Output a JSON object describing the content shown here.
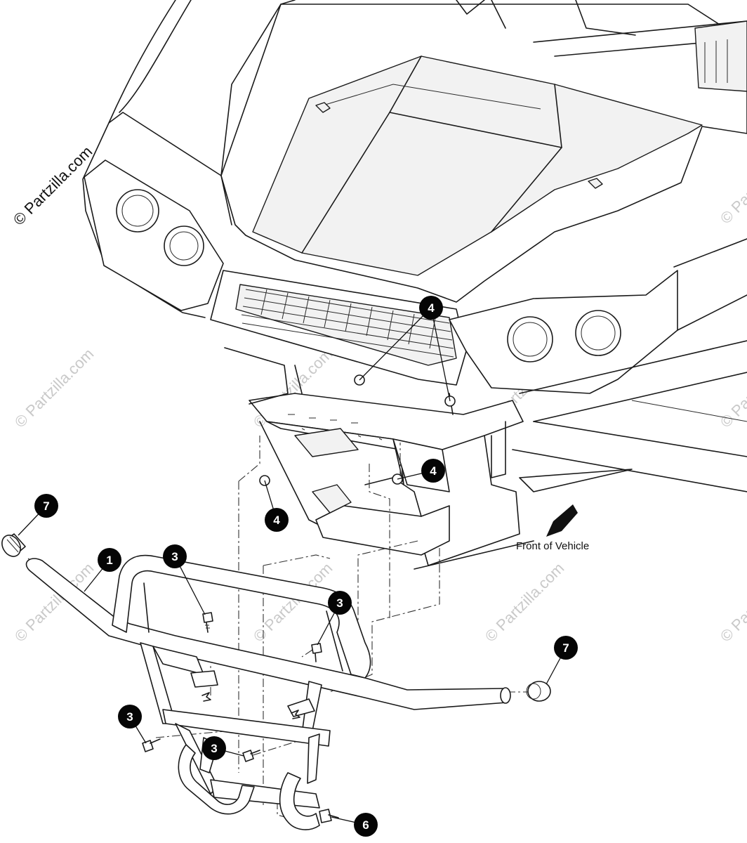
{
  "watermark": {
    "main_text": "© Partzilla.com",
    "repeat_text": "© Partzilla.com"
  },
  "labels": {
    "front_of_vehicle": "Front of Vehicle"
  },
  "callouts": {
    "c1": "1",
    "c3a": "3",
    "c3b": "3",
    "c3c": "3",
    "c3d": "3",
    "c4a": "4",
    "c4b": "4",
    "c4c": "4",
    "c6": "6",
    "c7a": "7",
    "c7b": "7"
  },
  "colors": {
    "line": "#1a1a1a",
    "callout_fill": "#050505",
    "watermark": "#c9c9c9",
    "background": "#ffffff"
  }
}
